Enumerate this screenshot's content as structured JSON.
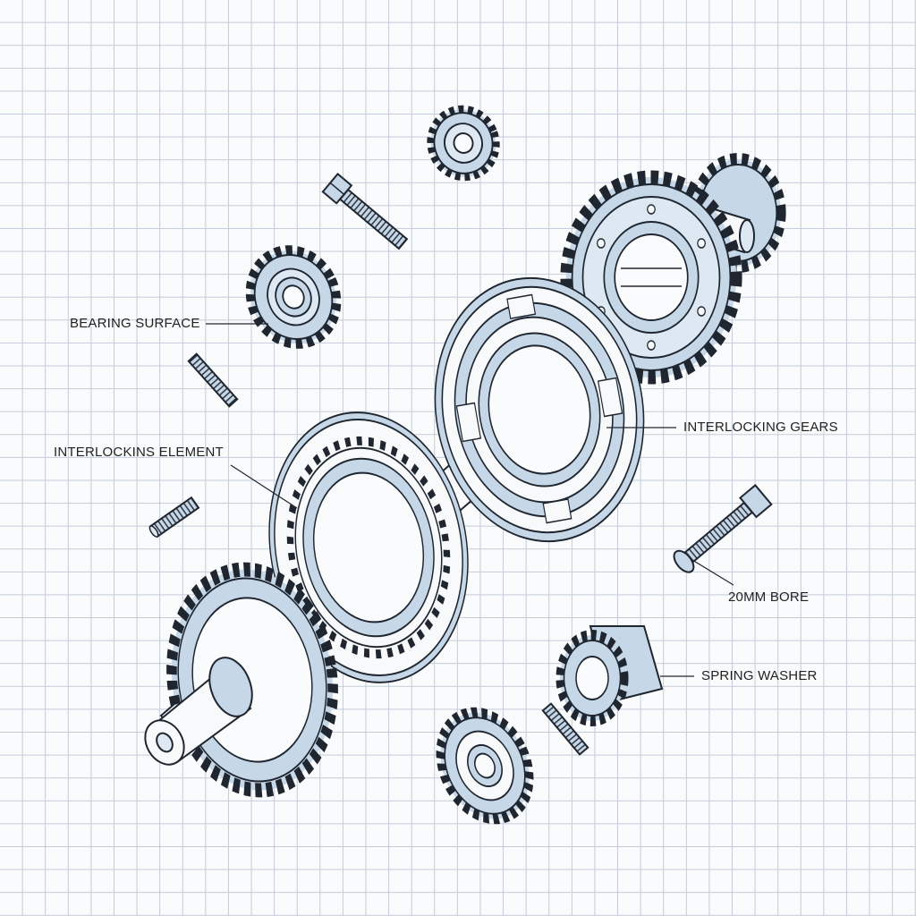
{
  "labels": {
    "bearing_surface": "BEARING SURFACE",
    "interlocking_gears": "INTERLOCKING GEARS",
    "interlocking_element": "INTERLOCKINS ELEMENT",
    "bore": "20MM BORE",
    "spring_washer": "SPRING WASHER"
  },
  "colors": {
    "paper": "#fafbfc",
    "grid": "#c2ccd9",
    "ink": "#1f2630",
    "part_fill": "#c6d7e8",
    "part_light": "#f7f9fb"
  }
}
